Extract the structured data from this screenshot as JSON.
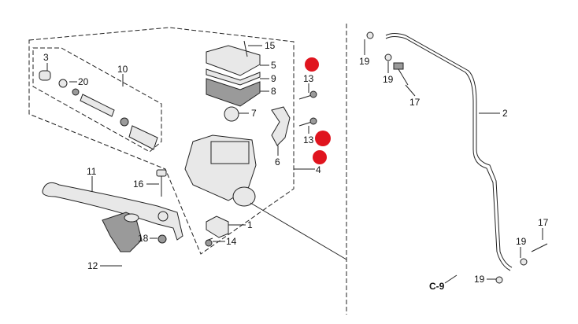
{
  "diagram": {
    "callouts": [
      "3",
      "20",
      "10",
      "15",
      "5",
      "9",
      "8",
      "7",
      "13",
      "13",
      "6",
      "4",
      "11",
      "16",
      "1",
      "14",
      "18",
      "12",
      "19",
      "19",
      "17",
      "2",
      "17",
      "19",
      "19"
    ],
    "reference": "C-9",
    "marker_color": "#e0141e"
  }
}
